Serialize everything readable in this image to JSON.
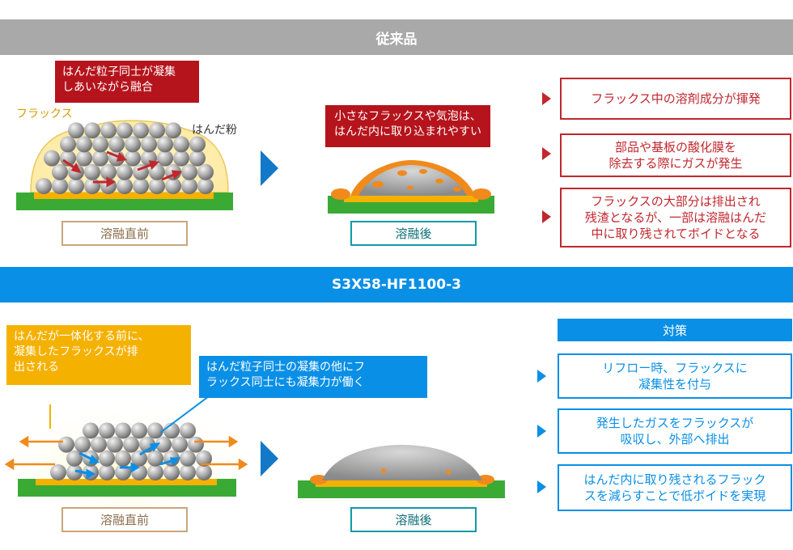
{
  "conventional": {
    "title": "従来品",
    "callout_agglomerate": "はんだ粒子同士が凝集\nしあいながら融合",
    "label_flux": "フラックス",
    "label_powder": "はんだ粉",
    "callout_trapped": "小さなフラックスや気泡は、\nはんだ内に取り込まれやすい",
    "before_label": "溶融直前",
    "after_label": "溶融後",
    "points": [
      "フラックス中の溶剤成分が揮発",
      "部品や基板の酸化膜を\n除去する際にガスが発生",
      "フラックスの大部分は排出され\n残渣となるが、一部は溶融はんだ\n中に取り残されてボイドとなる"
    ]
  },
  "product": {
    "title": "S3X58-HF1100-3",
    "callout_expelled": "はんだが一体化する前に、\n凝集したフラックスが排\n出される",
    "callout_flux_agglomerate": "はんだ粒子同士の凝集の他にフ\nラックス同士にも凝集力が働く",
    "before_label": "溶融直前",
    "after_label": "溶融後",
    "measures_title": "対策",
    "measures": [
      "リフロー時、フラックスに\n凝集性を付与",
      "発生したガスをフラックスが\n吸収し、外部へ排出",
      "はんだ内に取り残されるフラック\nスを減らすことで低ボイドを実現"
    ]
  },
  "colors": {
    "substrate": "#3aaa35",
    "pad": "#f5b100",
    "flux": "#f08a1c",
    "red": "#c1272d",
    "blue": "#0a8fe6"
  }
}
